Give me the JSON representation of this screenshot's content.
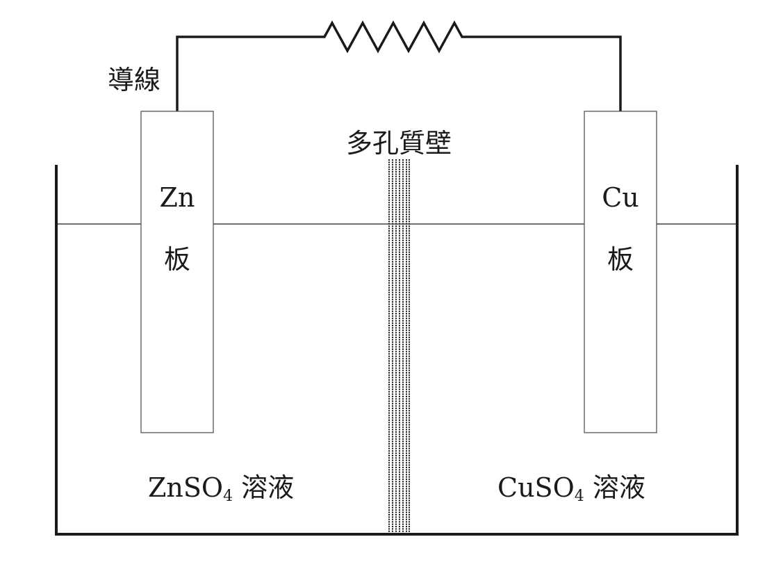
{
  "diagram": {
    "type": "galvanic-cell",
    "wire_label": "導線",
    "porous_wall_label": "多孔質壁",
    "left_electrode": {
      "symbol": "Zn",
      "suffix": "板"
    },
    "right_electrode": {
      "symbol": "Cu",
      "suffix": "板"
    },
    "left_solution": {
      "formula_main": "ZnSO",
      "formula_sub": "4",
      "suffix": "溶液"
    },
    "right_solution": {
      "formula_main": "CuSO",
      "formula_sub": "4",
      "suffix": "溶液"
    },
    "components": [
      "resistor",
      "wire",
      "beaker",
      "porous-wall",
      "zn-electrode",
      "cu-electrode"
    ],
    "colors": {
      "line": "#1a1a1a",
      "background": "#ffffff"
    }
  }
}
